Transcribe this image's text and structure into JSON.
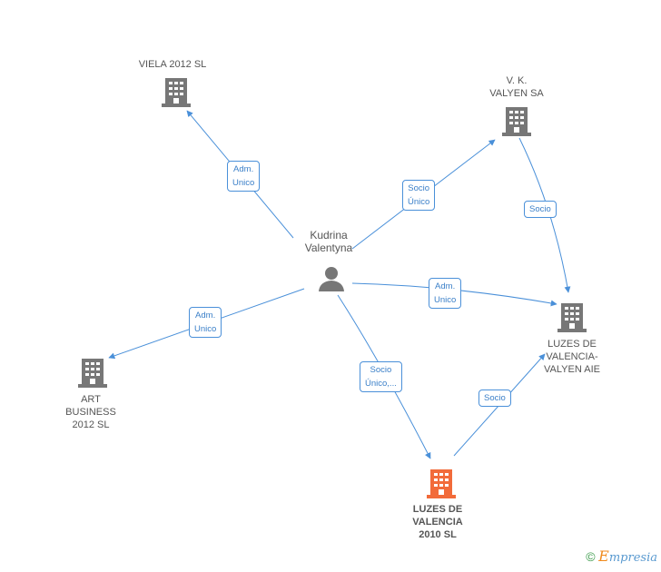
{
  "nodes": {
    "viela": {
      "label": "VIELA 2012 SL"
    },
    "vk": {
      "label": "V. K.\nVALYEN SA"
    },
    "person": {
      "label": "Kudrina\nValentyna"
    },
    "luzes_aie": {
      "label": "LUZES DE\nVALENCIA-\nVALYEN AIE"
    },
    "art": {
      "label": "ART\nBUSINESS\n2012 SL"
    },
    "luzes_2010": {
      "label": "LUZES DE\nVALENCIA\n2010 SL"
    }
  },
  "edges": {
    "person_viela": "Adm.\nUnico",
    "person_vk": "Socio\nÚnico",
    "vk_aie": "Socio",
    "person_aie": "Adm.\nUnico",
    "person_art": "Adm.\nUnico",
    "person_2010": "Socio\nÚnico,...",
    "l2010_aie": "Socio"
  },
  "colors": {
    "company": "#777777",
    "focus": "#f26b3a",
    "edge": "#4a90d9",
    "person": "#777777"
  },
  "footer": {
    "copyright": "©",
    "brand_initial": "E",
    "brand_rest": "mpresia"
  }
}
